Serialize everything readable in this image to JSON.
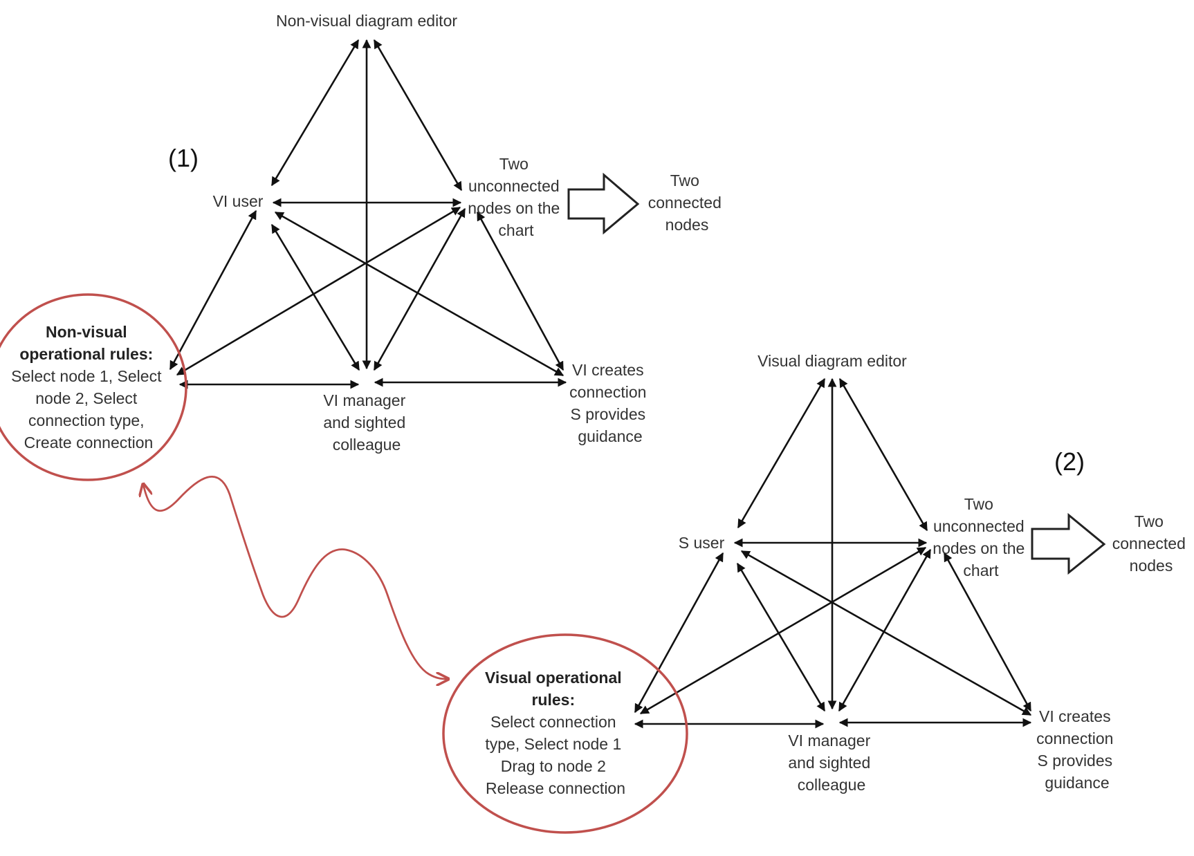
{
  "triangles": [
    {
      "marker": "(1)",
      "top_node": [
        "Non-visual diagram editor"
      ],
      "left_node": [
        "VI user"
      ],
      "right_node": [
        "Two",
        "unconnected",
        "nodes on the",
        "chart"
      ],
      "outcome": [
        "Two",
        "connected",
        "nodes"
      ],
      "rules_node": [
        "Non-visual",
        "operational rules:",
        "Select node 1, Select",
        "node 2, Select",
        "connection type,",
        "Create connection"
      ],
      "rules_bold_lines": 2,
      "bottom_node": [
        "VI manager",
        "and sighted",
        "colleague"
      ],
      "bottom_right_node": [
        "VI creates",
        "connection",
        "S provides",
        "guidance"
      ]
    },
    {
      "marker": "(2)",
      "top_node": [
        "Visual diagram editor"
      ],
      "left_node": [
        "S user"
      ],
      "right_node": [
        "Two",
        "unconnected",
        "nodes on the",
        "chart"
      ],
      "outcome": [
        "Two",
        "connected",
        "nodes"
      ],
      "rules_node": [
        "Visual operational",
        "rules:",
        "Select connection",
        "type, Select node 1",
        "Drag to node 2",
        "Release connection"
      ],
      "rules_bold_lines": 2,
      "bottom_node": [
        "VI manager",
        "and sighted",
        "colleague"
      ],
      "bottom_right_node": [
        "VI creates",
        "connection",
        "S provides",
        "guidance"
      ]
    }
  ],
  "colors": {
    "edge": "#111111",
    "rule_circle": "#c0504d",
    "text": "#333333"
  }
}
